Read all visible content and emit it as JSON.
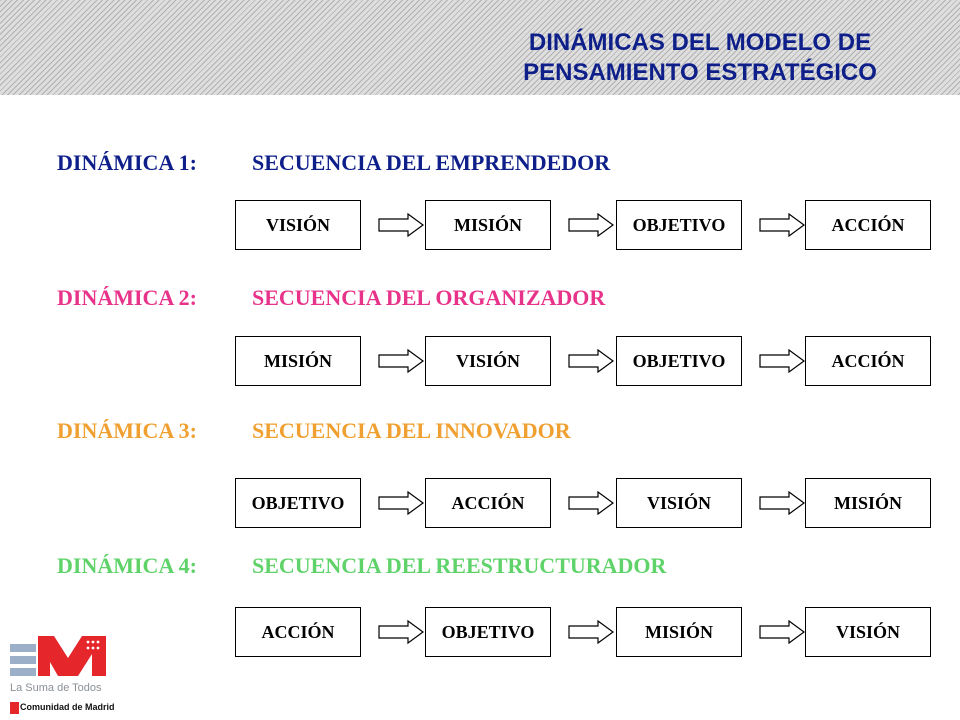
{
  "header": {
    "title_line1": "DINÁMICAS DEL MODELO DE",
    "title_line2": "PENSAMIENTO ESTRATÉGICO",
    "title_color": "#0e1f8a"
  },
  "dynamics": [
    {
      "label": "DINÁMICA 1:",
      "title": "SECUENCIA DEL EMPRENDEDOR",
      "color": "#0e1f8a",
      "steps": [
        "VISIÓN",
        "MISIÓN",
        "OBJETIVO",
        "ACCIÓN"
      ]
    },
    {
      "label": "DINÁMICA 2:",
      "title": "SECUENCIA DEL ORGANIZADOR",
      "color": "#e8338a",
      "steps": [
        "MISIÓN",
        "VISIÓN",
        "OBJETIVO",
        "ACCIÓN"
      ]
    },
    {
      "label": "DINÁMICA 3:",
      "title": "SECUENCIA DEL INNOVADOR",
      "color": "#f0a030",
      "steps": [
        "OBJETIVO",
        "ACCIÓN",
        "VISIÓN",
        "MISIÓN"
      ]
    },
    {
      "label": "DINÁMICA 4:",
      "title": "SECUENCIA DEL REESTRUCTURADOR",
      "color": "#5fd36a",
      "steps": [
        "ACCIÓN",
        "OBJETIVO",
        "MISIÓN",
        "VISIÓN"
      ]
    }
  ],
  "icons": [
    "right-arrow-icon"
  ],
  "logo": {
    "tagline": "La Suma de Todos",
    "org_name": "Comunidad de Madrid",
    "brand_color": "#e5262b"
  }
}
